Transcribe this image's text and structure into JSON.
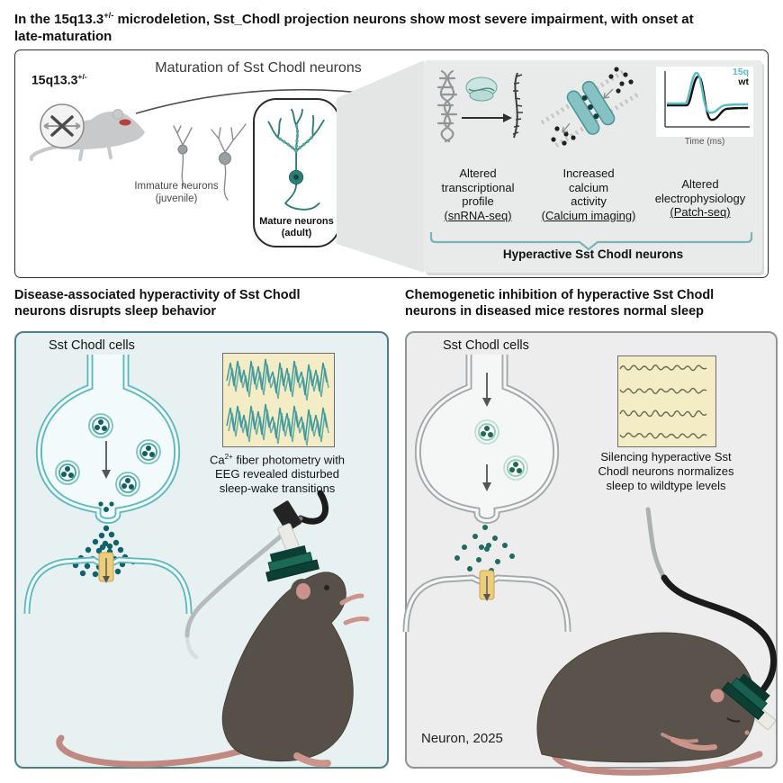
{
  "title": {
    "pre": "In the 15q13.3",
    "sup": "+/-",
    "post": " microdeletion, Sst_Chodl projection neurons show most severe impairment, with onset at",
    "line2": "late-maturation"
  },
  "top_panel": {
    "genotype": {
      "text": "15q13.3",
      "sup": "+/-"
    },
    "maturation_title": "Maturation of Sst Chodl neurons",
    "immature_label": [
      "Immature neurons",
      "(juvenile)"
    ],
    "mature_label": [
      "Mature neurons",
      "(adult)"
    ],
    "findings": [
      {
        "lines": [
          "Altered",
          "transcriptional",
          "profile"
        ],
        "method": "(snRNA-seq)"
      },
      {
        "lines": [
          "Increased",
          "calcium",
          "activity"
        ],
        "method": "(Calcium imaging)"
      },
      {
        "lines": [
          "Altered",
          "electrophysiology"
        ],
        "method": "(Patch-seq)"
      }
    ],
    "ephys": {
      "legend_mutant": "15q",
      "legend_wt": "wt",
      "xlabel": "Time (ms)"
    },
    "bracket_label": "Hyperactive Sst Chodl neurons"
  },
  "bottom_left": {
    "heading": [
      "Disease-associated hyperactivity of Sst Chodl",
      "neurons disrupts sleep behavior"
    ],
    "cells_label": "Sst Chodl cells",
    "caption": {
      "pre": "Ca",
      "sup": "2+",
      "line1_rest": " fiber photometry with",
      "line2": "EEG revealed disturbed",
      "line3": "sleep-wake transitions"
    }
  },
  "bottom_right": {
    "heading": [
      "Chemogenetic inhibition of hyperactive Sst Chodl",
      "neurons in diseased mice restores normal sleep"
    ],
    "cells_label": "Sst Chodl cells",
    "caption": [
      "Silencing hyperactive Sst",
      "Chodl neurons normalizes",
      "sleep to wildtype levels"
    ],
    "journal": "Neuron, 2025"
  },
  "colors": {
    "teal_accent": "#5fb9c0",
    "teal_dark": "#2e7e75",
    "vesicle_dot": "#0f5f66",
    "mutant_trace": "#56bcc4",
    "wt_trace": "#101010",
    "eeg_background": "#f4ecc4",
    "left_panel_bg": "#e8f1f2",
    "right_panel_bg": "#ededed",
    "receptor_yellow": "#eccd7c",
    "mouse_gray": "#c7c9cb",
    "mouse_dark": "#575049",
    "deletion_red": "#b8413f"
  }
}
